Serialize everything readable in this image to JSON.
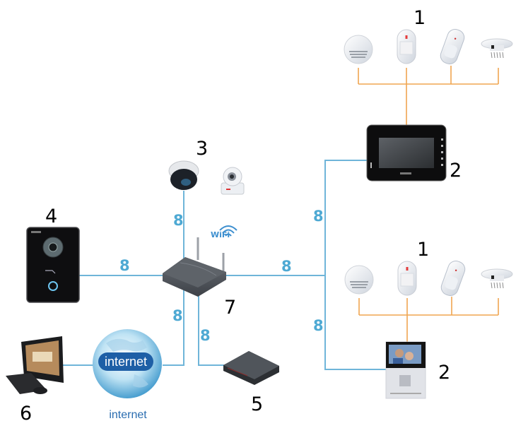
{
  "colors": {
    "network_cable": "#6fb5d9",
    "alarm_wire": "#f0a551",
    "cable_label": "#4ea9d3",
    "number_label": "#000000",
    "internet_text": "#2a6db0"
  },
  "legend_numbers": {
    "alarm_sensors_top": "1",
    "indoor_monitor_top": "2",
    "ip_cameras": "3",
    "door_station": "4",
    "nvr": "5",
    "pc": "6",
    "router": "7",
    "alarm_sensors_bottom": "1",
    "indoor_monitor_bottom": "2"
  },
  "cable_labels": {
    "camera_link": "8",
    "door_station_link": "8",
    "router_to_monitors": "8",
    "router_to_internet": "8",
    "router_to_nvr": "8",
    "monitor_top_link": "8",
    "monitor_bottom_link": "8"
  },
  "wifi_label": "WiFi",
  "internet": {
    "bubble_text": "internet",
    "caption": "internet"
  },
  "devices": {
    "sensors_top": [
      "smoke-detector",
      "pir-motion-detector",
      "curtain-detector",
      "gas-detector"
    ],
    "sensors_bottom": [
      "smoke-detector",
      "pir-motion-detector",
      "curtain-detector",
      "gas-detector"
    ],
    "cameras": [
      "dome-camera",
      "pan-tilt-camera"
    ]
  }
}
